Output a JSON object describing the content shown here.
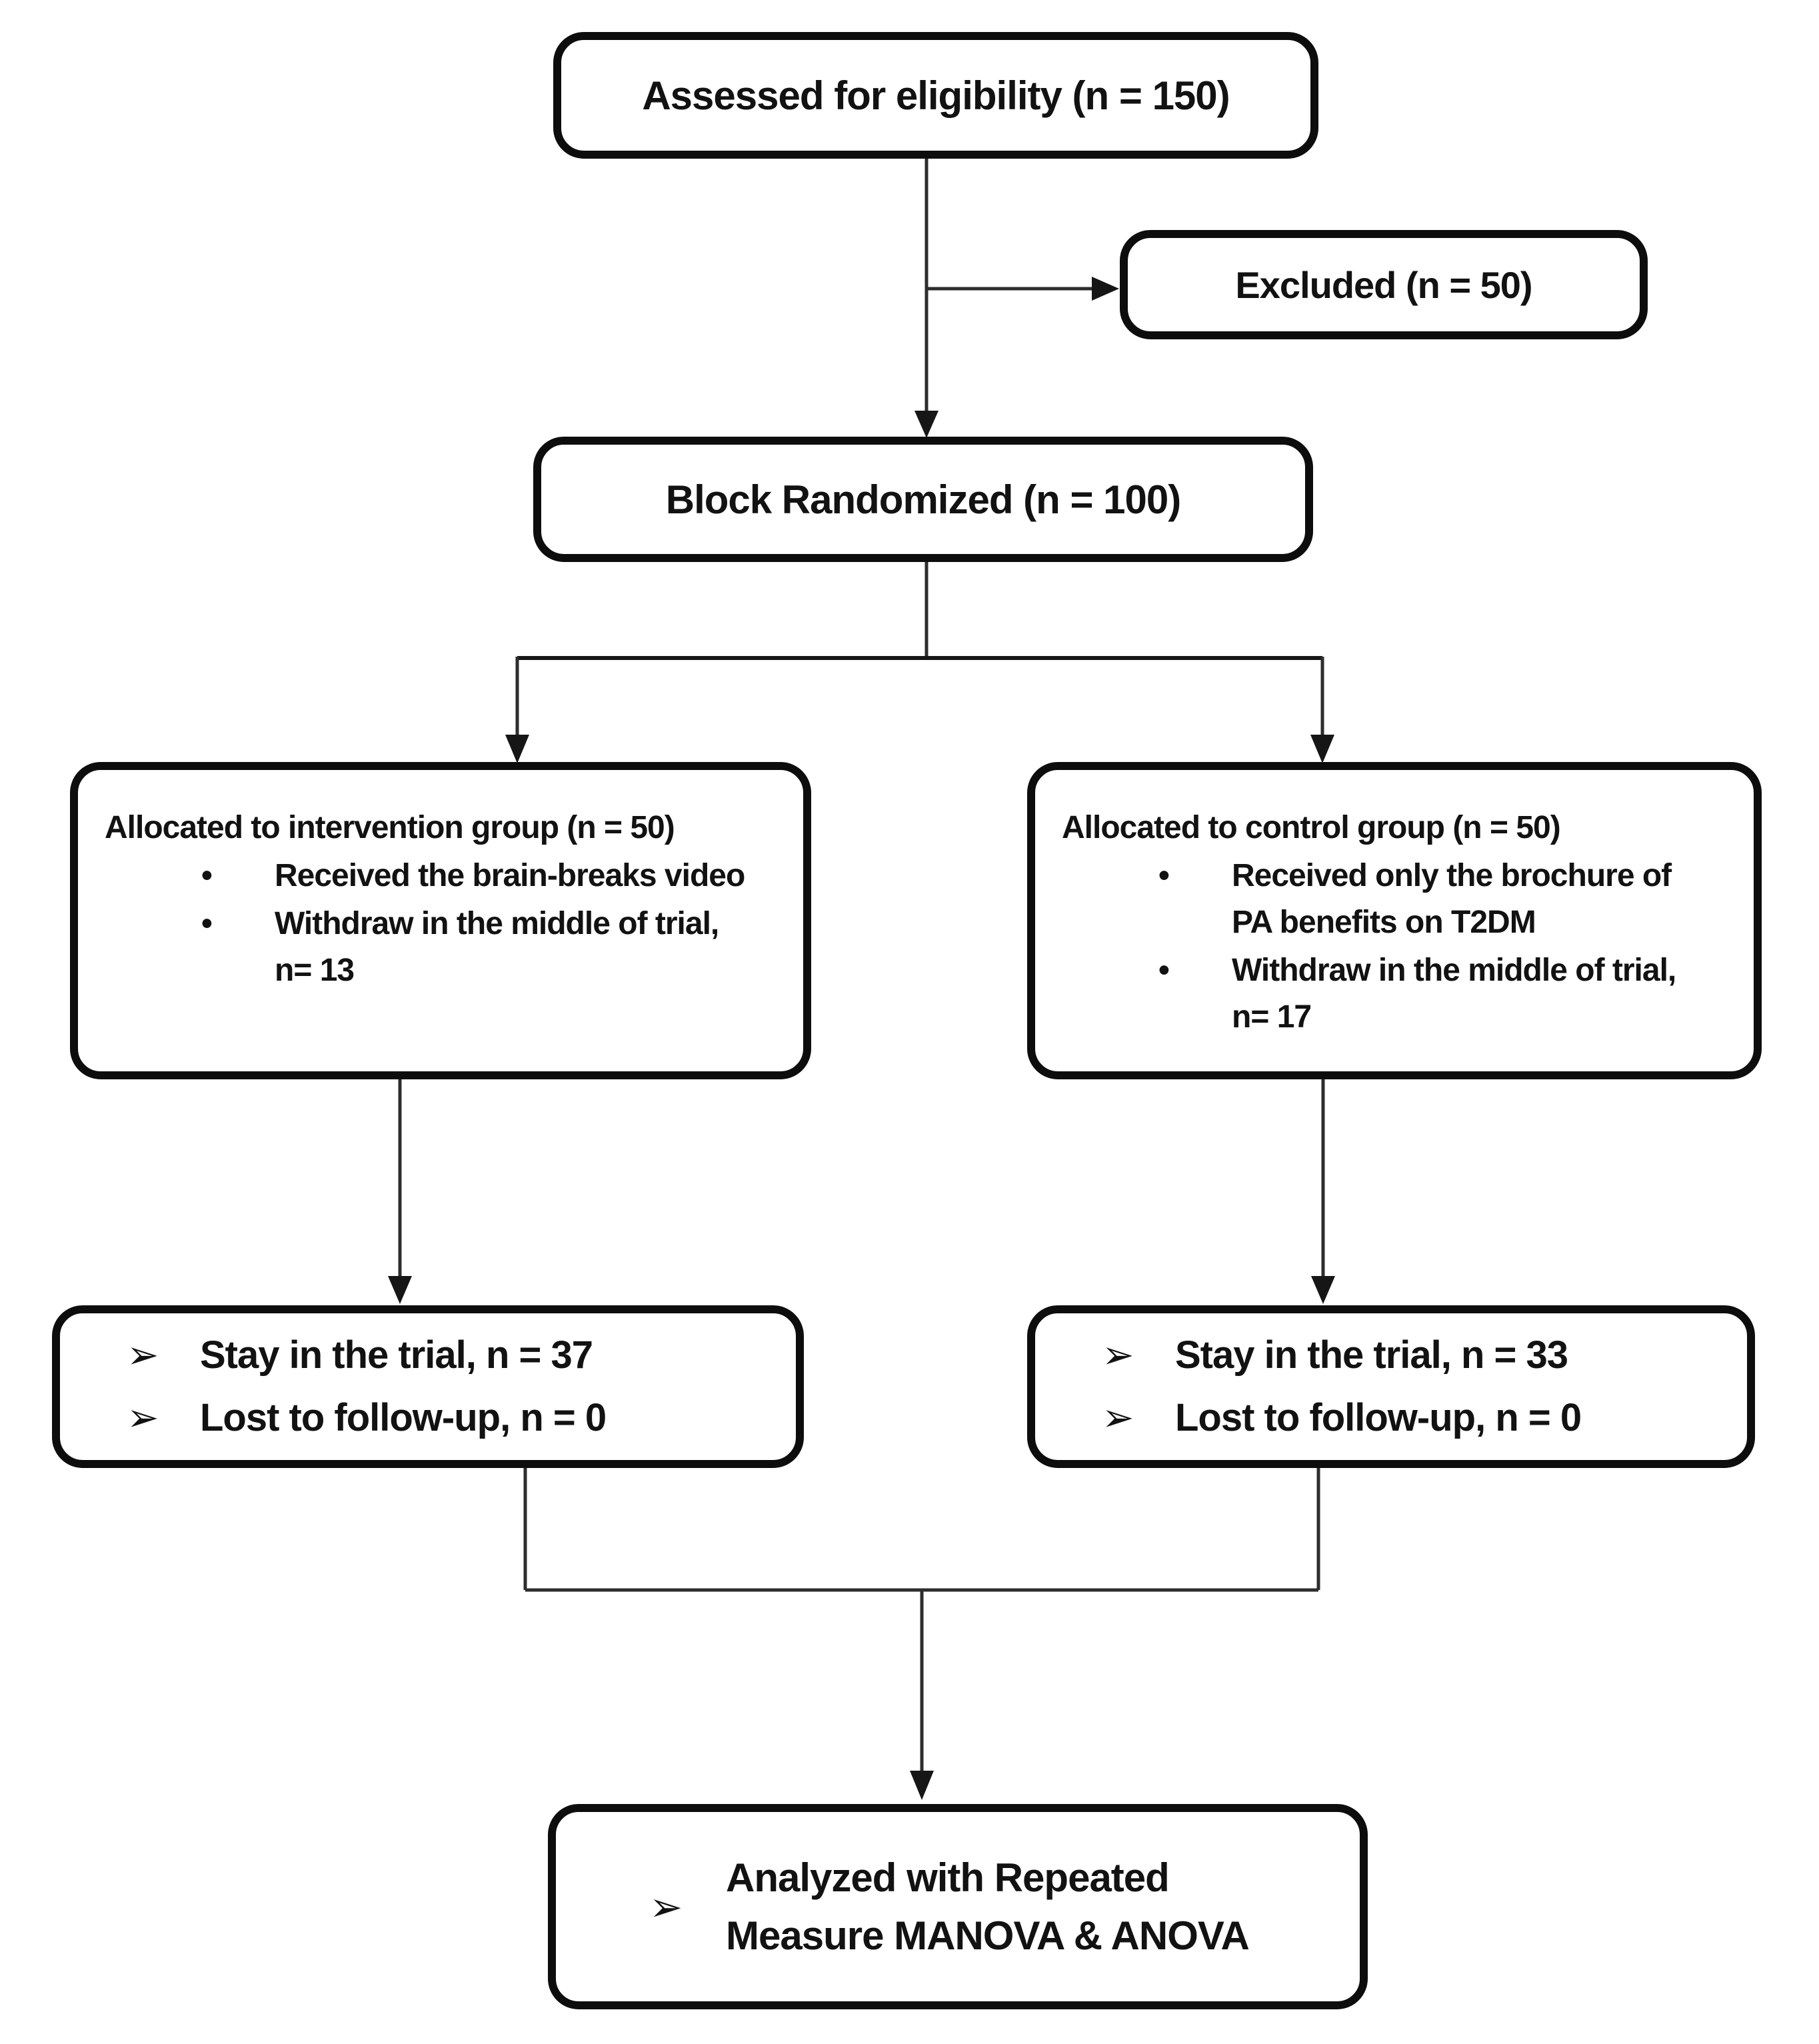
{
  "boxes": {
    "assessed": {
      "label": "Assessed for eligibility (n = 150)"
    },
    "excluded": {
      "label": "Excluded (n = 50)"
    },
    "randomized": {
      "label": "Block Randomized (n = 100)"
    },
    "intervention": {
      "title": "Allocated to intervention group (n = 50)",
      "bullets": [
        "Received the brain-breaks video",
        "Withdraw in the middle of trial,\nn= 13"
      ]
    },
    "control": {
      "title": "Allocated to control group (n = 50)",
      "bullets": [
        "Received only the brochure of\nPA benefits on T2DM",
        "Withdraw in the middle of trial,\nn= 17"
      ]
    },
    "followup_intervention": {
      "items": [
        "Stay in the trial, n = 37",
        "Lost to follow-up, n = 0"
      ]
    },
    "followup_control": {
      "items": [
        "Stay in the trial, n = 33",
        "Lost to follow-up, n = 0"
      ]
    },
    "analysis": {
      "label": "Analyzed with Repeated\nMeasure MANOVA & ANOVA"
    }
  },
  "markers": {
    "bullet": "•",
    "pointer": "➢"
  },
  "colors": {
    "border": "#0d0d0d",
    "line": "#2d2d2d",
    "text": "#121212",
    "background": "#ffffff"
  }
}
